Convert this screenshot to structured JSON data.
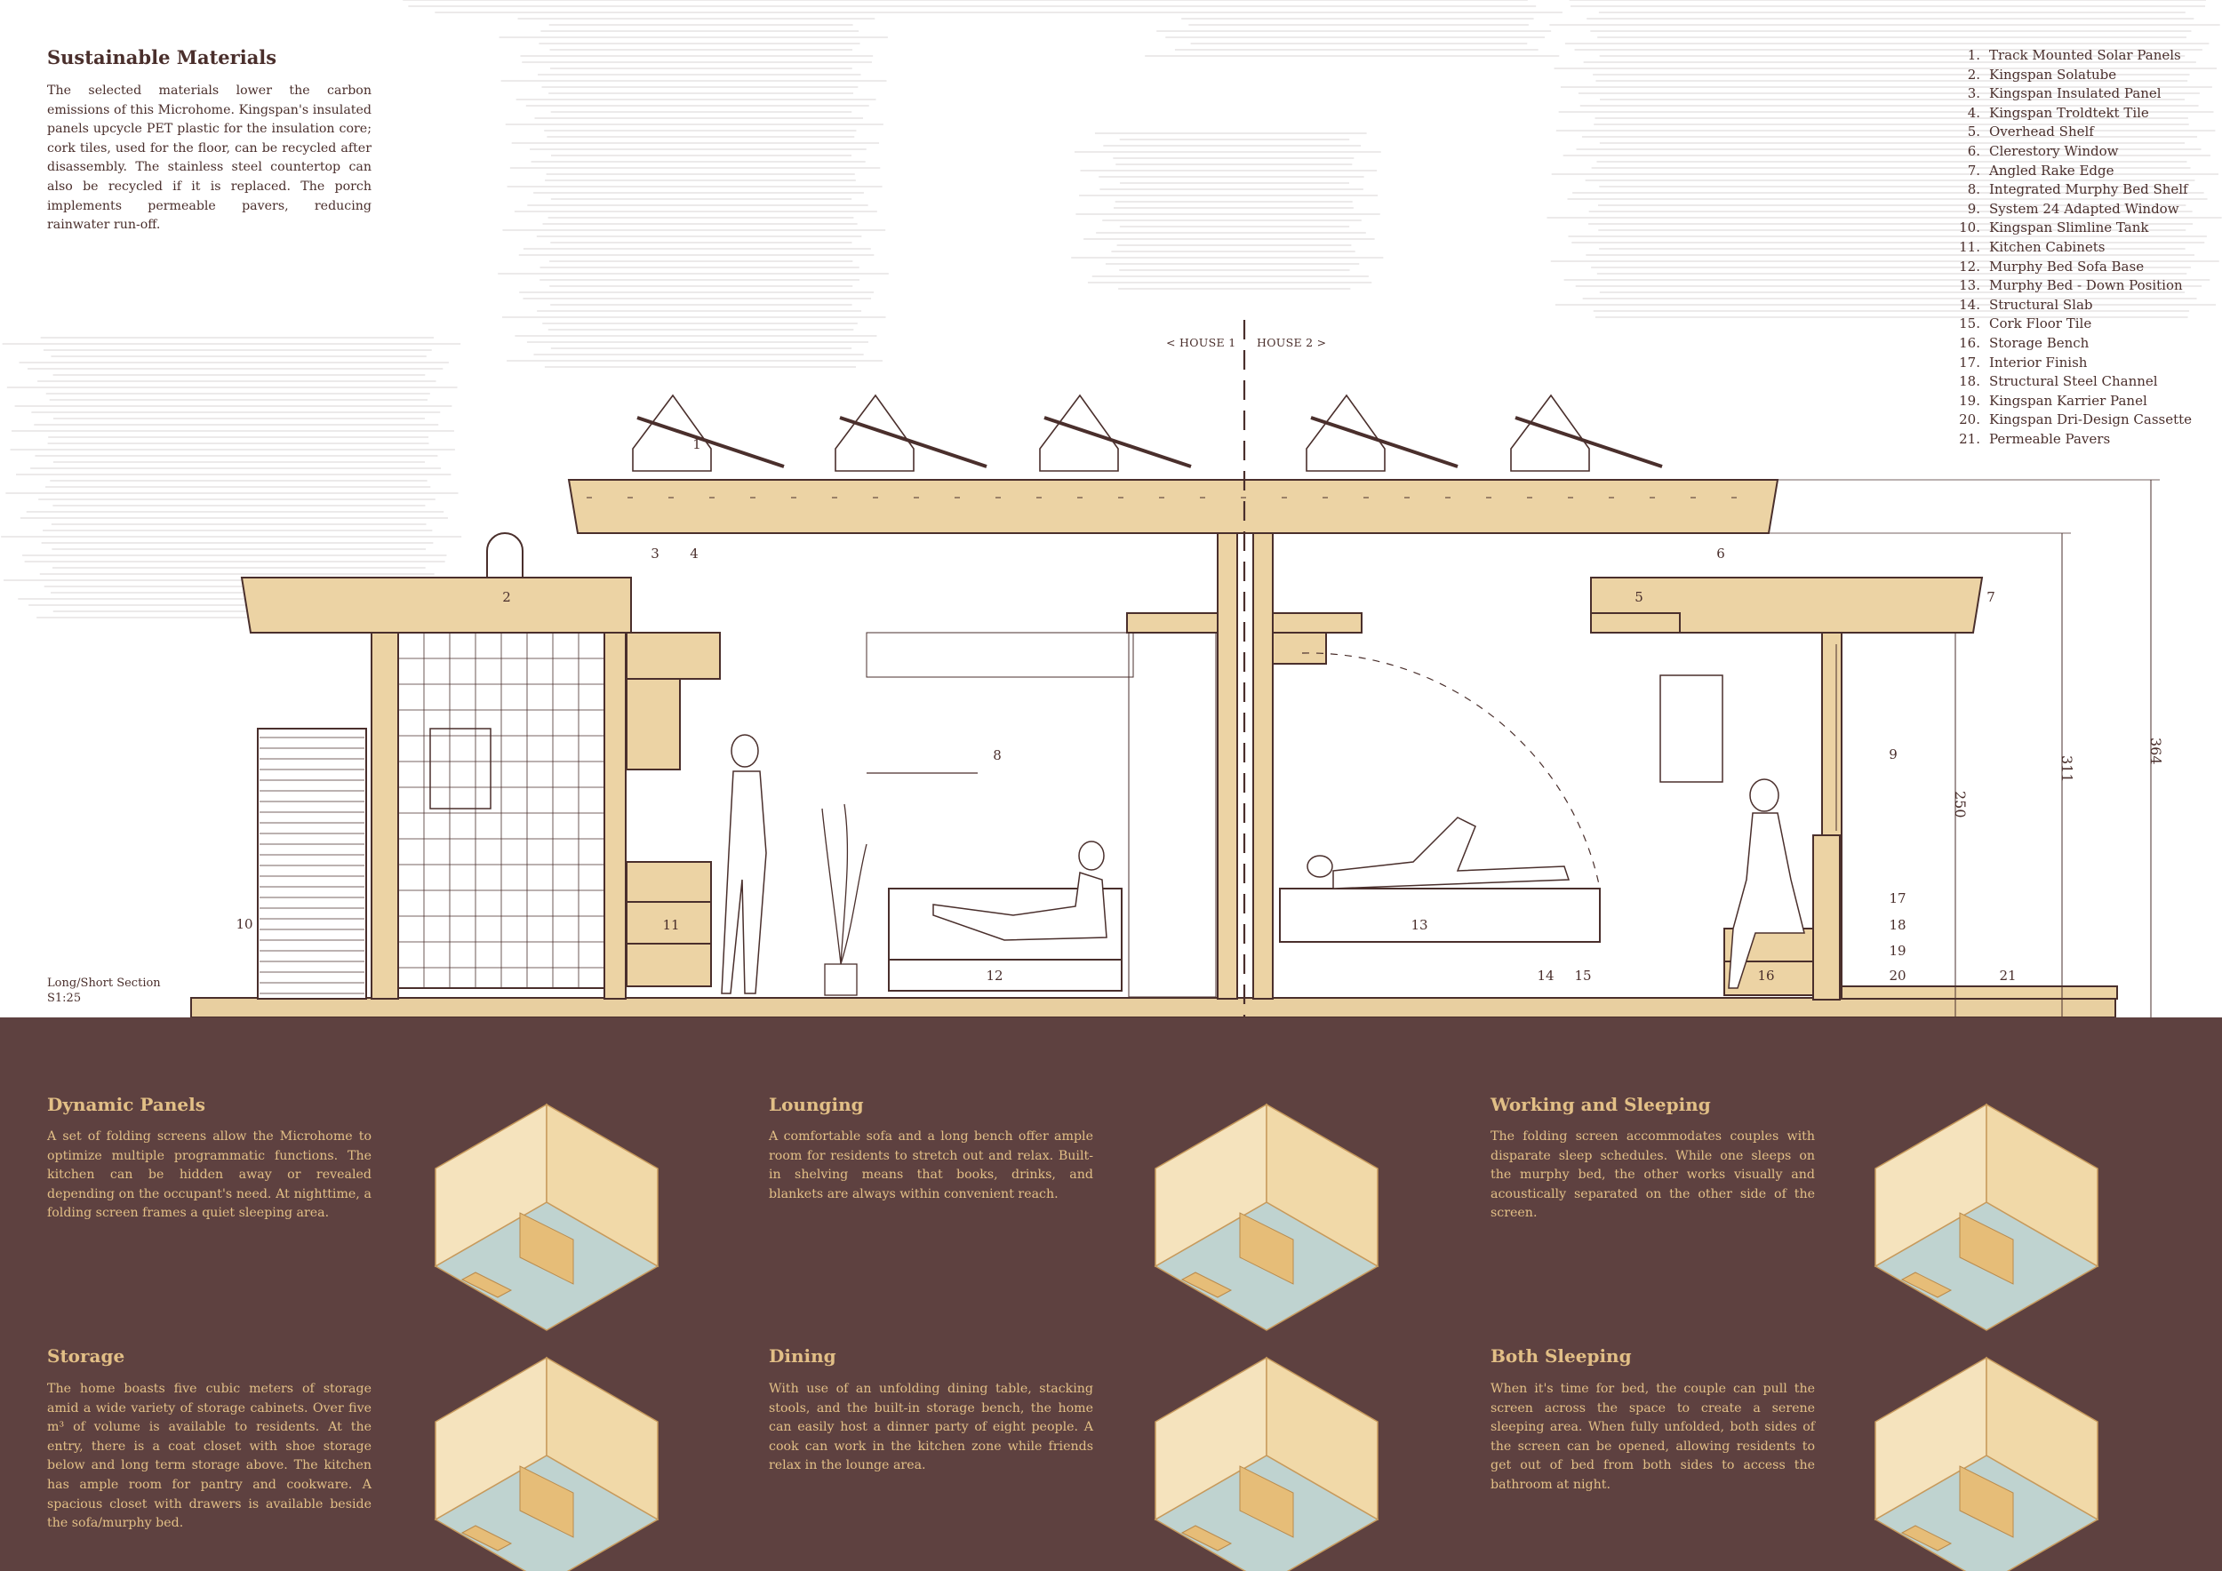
{
  "intro": {
    "title": "Sustainable Materials",
    "body": "The selected materials lower the carbon emissions of this Microhome. Kingspan's insulated panels upcycle PET plastic for the insulation core; cork tiles, used for the floor, can be recycled after disassembly. The stainless steel countertop can also be recycled if it is replaced. The porch implements permeable pavers, reducing rainwater run-off."
  },
  "legend": [
    {
      "num": "1.",
      "label": "Track Mounted Solar Panels"
    },
    {
      "num": "2.",
      "label": "Kingspan Solatube"
    },
    {
      "num": "3.",
      "label": "Kingspan Insulated Panel"
    },
    {
      "num": "4.",
      "label": "Kingspan Troldtekt Tile"
    },
    {
      "num": "5.",
      "label": "Overhead Shelf"
    },
    {
      "num": "6.",
      "label": "Clerestory Window"
    },
    {
      "num": "7.",
      "label": "Angled Rake Edge"
    },
    {
      "num": "8.",
      "label": "Integrated Murphy Bed Shelf"
    },
    {
      "num": "9.",
      "label": "System 24 Adapted Window"
    },
    {
      "num": "10.",
      "label": "Kingspan Slimline Tank"
    },
    {
      "num": "11.",
      "label": "Kitchen Cabinets"
    },
    {
      "num": "12.",
      "label": "Murphy Bed Sofa Base"
    },
    {
      "num": "13.",
      "label": "Murphy Bed - Down Position"
    },
    {
      "num": "14.",
      "label": "Structural Slab"
    },
    {
      "num": "15.",
      "label": "Cork Floor Tile"
    },
    {
      "num": "16.",
      "label": "Storage Bench"
    },
    {
      "num": "17.",
      "label": "Interior Finish"
    },
    {
      "num": "18.",
      "label": "Structural Steel Channel"
    },
    {
      "num": "19.",
      "label": "Kingspan Karrier Panel"
    },
    {
      "num": "20.",
      "label": "Kingspan Dri-Design Cassette"
    },
    {
      "num": "21.",
      "label": "Permeable Pavers"
    }
  ],
  "section": {
    "label_line1": "Long/Short Section",
    "label_line2": "S1:25",
    "house1": "< HOUSE 1",
    "house2": "HOUSE 2 >",
    "dim_364": "364",
    "dim_311": "311",
    "dim_250": "250",
    "callouts": {
      "c1": "1",
      "c2": "2",
      "c3": "3",
      "c4": "4",
      "c5": "5",
      "c6": "6",
      "c7": "7",
      "c8": "8",
      "c9": "9",
      "c10": "10",
      "c11": "11",
      "c12": "12",
      "c13": "13",
      "c14": "14",
      "c15": "15",
      "c16": "16",
      "c17": "17",
      "c18": "18",
      "c19": "19",
      "c20": "20",
      "c21": "21"
    }
  },
  "cards": [
    {
      "title": "Dynamic Panels",
      "body": "A set of folding screens allow the Microhome to optimize multiple programmatic functions. The kitchen can be hidden away or revealed depending on the occupant's need. At nighttime, a folding screen frames a quiet sleeping area."
    },
    {
      "title": "Lounging",
      "body": "A comfortable sofa and a long bench offer ample room for residents to stretch out and relax. Built-in shelving means that books, drinks, and blankets are always within convenient reach."
    },
    {
      "title": "Working and Sleeping",
      "body": "The folding screen accommodates couples with disparate sleep schedules. While one sleeps on the murphy bed, the other works visually and acoustically separated on the other side of the screen."
    },
    {
      "title": "Storage",
      "body": "The home boasts five cubic meters of storage amid a wide variety of storage cabinets. Over five m³ of volume is available to residents. At the entry, there is a coat closet with shoe storage below and long term storage above. The kitchen has ample room for pantry and cookware. A spacious closet with drawers is available beside the sofa/murphy bed."
    },
    {
      "title": "Dining",
      "body": "With use of an unfolding dining table, stacking stools, and the built-in storage bench, the home can easily host a dinner party of eight people. A cook can work in the kitchen zone while friends relax in the lounge area."
    },
    {
      "title": "Both Sleeping",
      "body": "When it's time for bed, the couple can pull the screen across the space to create a serene sleeping area. When fully unfolded, both sides of the screen can be opened, allowing residents to get out of bed from both sides to access the bathroom at night."
    }
  ],
  "colors": {
    "wood": "#ecd3a4",
    "wood_dark": "#d9b57c",
    "ink": "#4a2f2c",
    "panel_bg": "#5e4140",
    "panel_text": "#e2bf86",
    "floor_blue": "#bfd3d0",
    "iso_wall": "#f5e3bd"
  }
}
